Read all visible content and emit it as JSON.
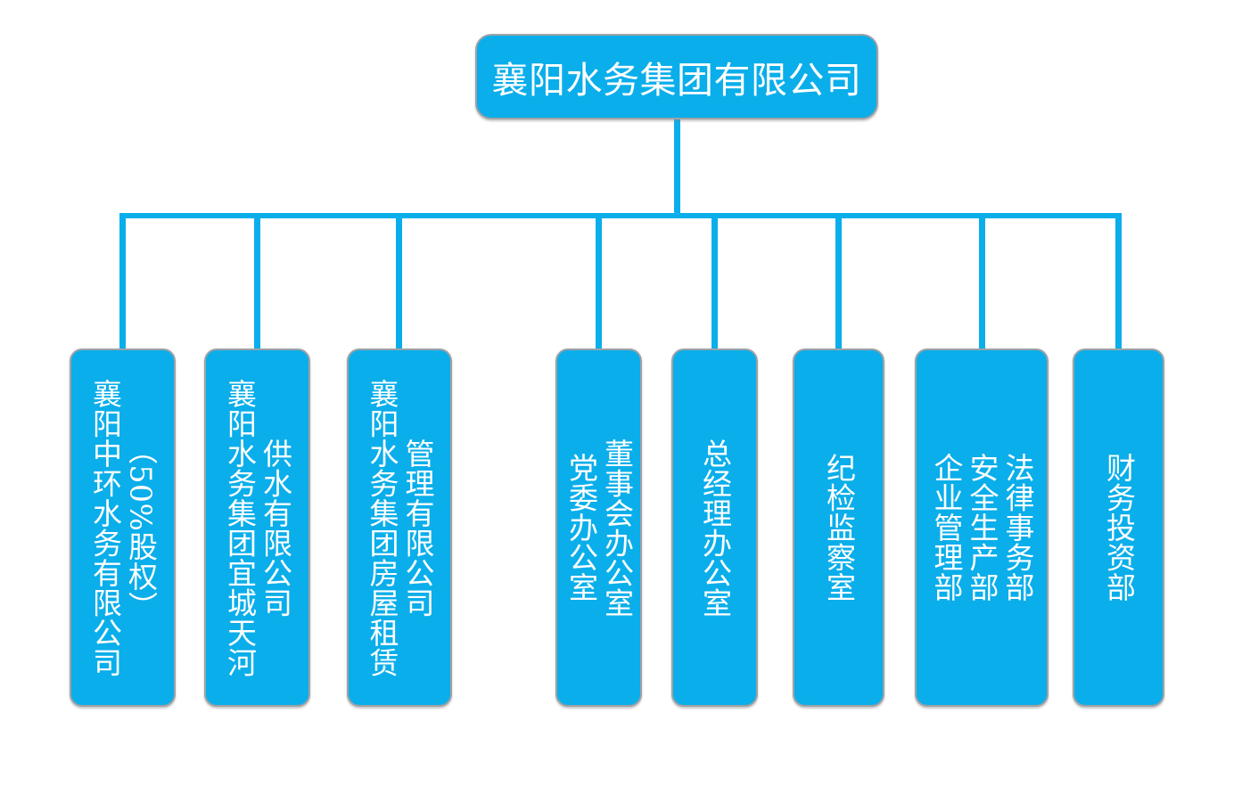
{
  "colors": {
    "node_fill": "#0aaeea",
    "node_border": "#9ea2a6",
    "connector": "#0aaeea",
    "text": "#ffffff",
    "background": "#ffffff"
  },
  "root": {
    "label": "襄阳水务集团有限公司"
  },
  "children": [
    {
      "label": "襄阳中环水务有限公司\n（50%股权）"
    },
    {
      "label": "襄阳水务集团宜城天河\n供水有限公司"
    },
    {
      "label": "襄阳水务集团房屋租赁\n管理有限公司"
    },
    {
      "label": "党委办公室\n董事会办公室"
    },
    {
      "label": "总经理办公室"
    },
    {
      "label": "纪检监察室"
    },
    {
      "label": "企业管理部\n安全生产部\n法律事务部"
    },
    {
      "label": "财务投资部"
    }
  ]
}
